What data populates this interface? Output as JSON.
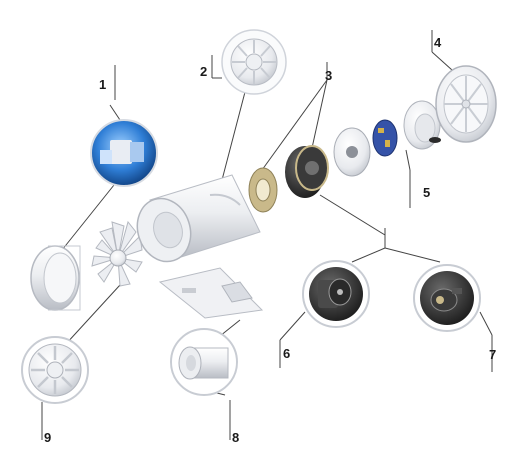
{
  "callouts": {
    "c1": "1",
    "c2": "2",
    "c3": "3",
    "c4": "4",
    "c5": "5",
    "c6": "6",
    "c7": "7",
    "c8": "8",
    "c9": "9"
  },
  "colors": {
    "part_white": "#f2f3f5",
    "part_shadow": "#c9ccd2",
    "leader_line": "#444444",
    "motor_dark": "#2b2b2b",
    "accent_blue": "#3a7fd0",
    "pcb_blue": "#3553a8",
    "brass": "#c9b98a"
  }
}
